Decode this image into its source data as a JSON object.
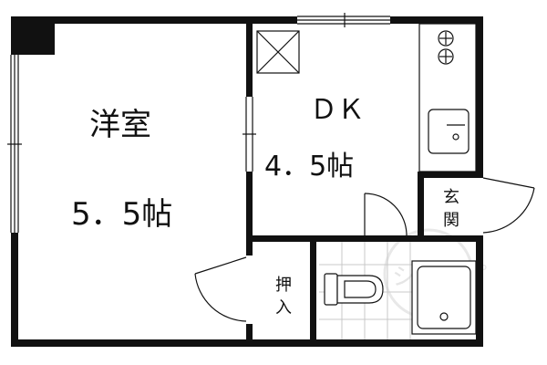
{
  "rooms": {
    "western_room": {
      "name": "洋室",
      "size": "5．5帖"
    },
    "dk": {
      "name": "ＤＫ",
      "size": "4．5帖"
    },
    "entrance": {
      "line1": "玄",
      "line2": "関"
    },
    "closet": {
      "line1": "押",
      "line2": "入"
    }
  },
  "watermark": {
    "text": "ショップ"
  },
  "colors": {
    "wall": "#111111",
    "tile": "#c9c9c9",
    "background": "#ffffff"
  }
}
